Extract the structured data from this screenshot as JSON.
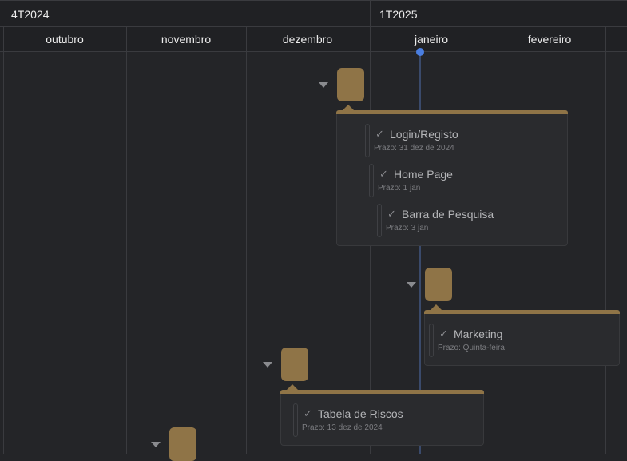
{
  "timeline": {
    "quarters": [
      {
        "label": "4T2024"
      },
      {
        "label": "1T2025"
      }
    ],
    "months": [
      {
        "label": "outubro"
      },
      {
        "label": "novembro"
      },
      {
        "label": "dezembro"
      },
      {
        "label": "janeiro"
      },
      {
        "label": "fevereiro"
      }
    ]
  },
  "groups": [
    {
      "tasks": [
        {
          "check": "✓",
          "title": "Login/Registo",
          "due": "Prazo: 31 dez de 2024"
        },
        {
          "check": "✓",
          "title": "Home Page",
          "due": "Prazo: 1 jan"
        },
        {
          "check": "✓",
          "title": "Barra de Pesquisa",
          "due": "Prazo: 3 jan"
        }
      ]
    },
    {
      "tasks": [
        {
          "check": "✓",
          "title": "Marketing",
          "due": "Prazo: Quinta-feira"
        }
      ]
    },
    {
      "tasks": [
        {
          "check": "✓",
          "title": "Tabela de Riscos",
          "due": "Prazo: 13 dez de 2024"
        }
      ]
    }
  ],
  "colors": {
    "background": "#242528",
    "milestone": "#8f7447",
    "today": "#4a7ee0"
  }
}
